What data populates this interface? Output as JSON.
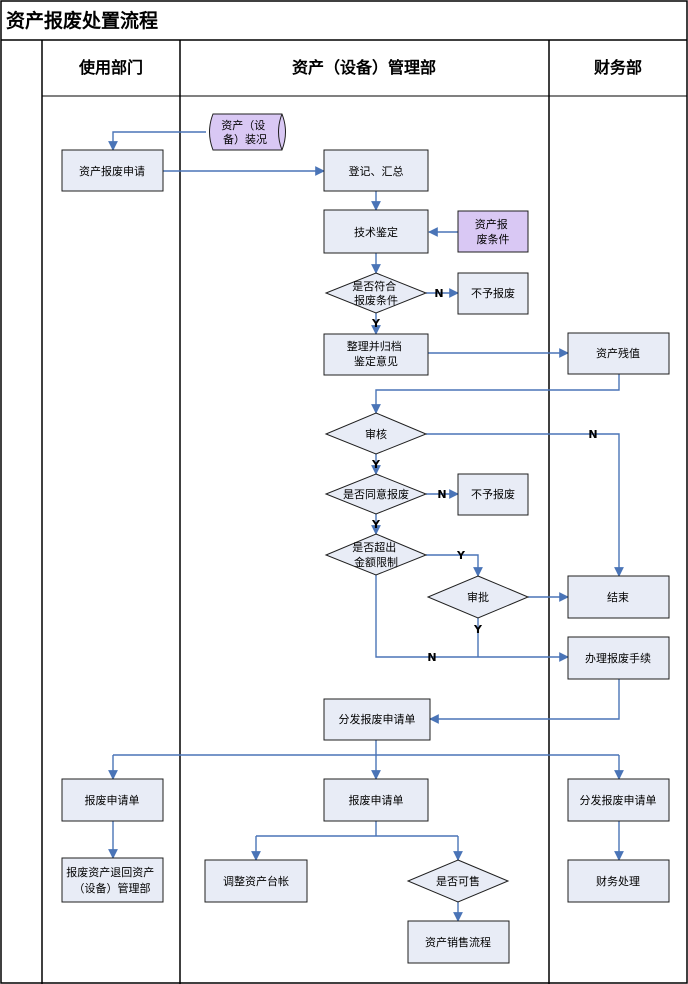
{
  "title": "资产报废处置流程",
  "lanes": {
    "use_dept": "使用部门",
    "asset_dept": "资产（设备）管理部",
    "finance": "财务部"
  },
  "nodes": {
    "asset_status": [
      "资产（设",
      "备）装况"
    ],
    "apply": [
      "资产报废申请"
    ],
    "register": [
      "登记、汇总"
    ],
    "tech_appraisal": [
      "技术鉴定"
    ],
    "scrap_condition": [
      "资产报",
      "废条件"
    ],
    "meet_condition": [
      "是否符合",
      "报废条件"
    ],
    "no_scrap_1": [
      "不予报废"
    ],
    "archive_opinion": [
      "整理并归档",
      "鉴定意见"
    ],
    "residual_value": [
      "资产残值"
    ],
    "review": [
      "审核"
    ],
    "agree_scrap": [
      "是否同意报废"
    ],
    "no_scrap_2": [
      "不予报废"
    ],
    "exceed_limit": [
      "是否超出",
      "金额限制"
    ],
    "approve": [
      "审批"
    ],
    "end": [
      "结束"
    ],
    "process_scrap": [
      "办理报废手续"
    ],
    "distribute_form": [
      "分发报废申请单"
    ],
    "form_use": [
      "报废申请单"
    ],
    "return_asset": [
      "报废资产退回资产",
      "（设备）管理部"
    ],
    "form_asset": [
      "报废申请单"
    ],
    "adjust_ledger": [
      "调整资产台帐"
    ],
    "saleable": [
      "是否可售"
    ],
    "sales_process": [
      "资产销售流程"
    ],
    "distribute_fin": [
      "分发报废申请单"
    ],
    "finance_process": [
      "财务处理"
    ]
  },
  "edge_labels": {
    "meet_no": "N",
    "meet_yes": "Y",
    "review_no": "N",
    "review_yes": "Y",
    "agree_no": "N",
    "agree_yes": "Y",
    "exceed_yes": "Y",
    "approve_yes": "Y",
    "exceed_no": "N"
  },
  "colors": {
    "box_fill": "#e8ecf6",
    "highlight_fill": "#d9c8f4",
    "connector": "#4a74b7"
  }
}
